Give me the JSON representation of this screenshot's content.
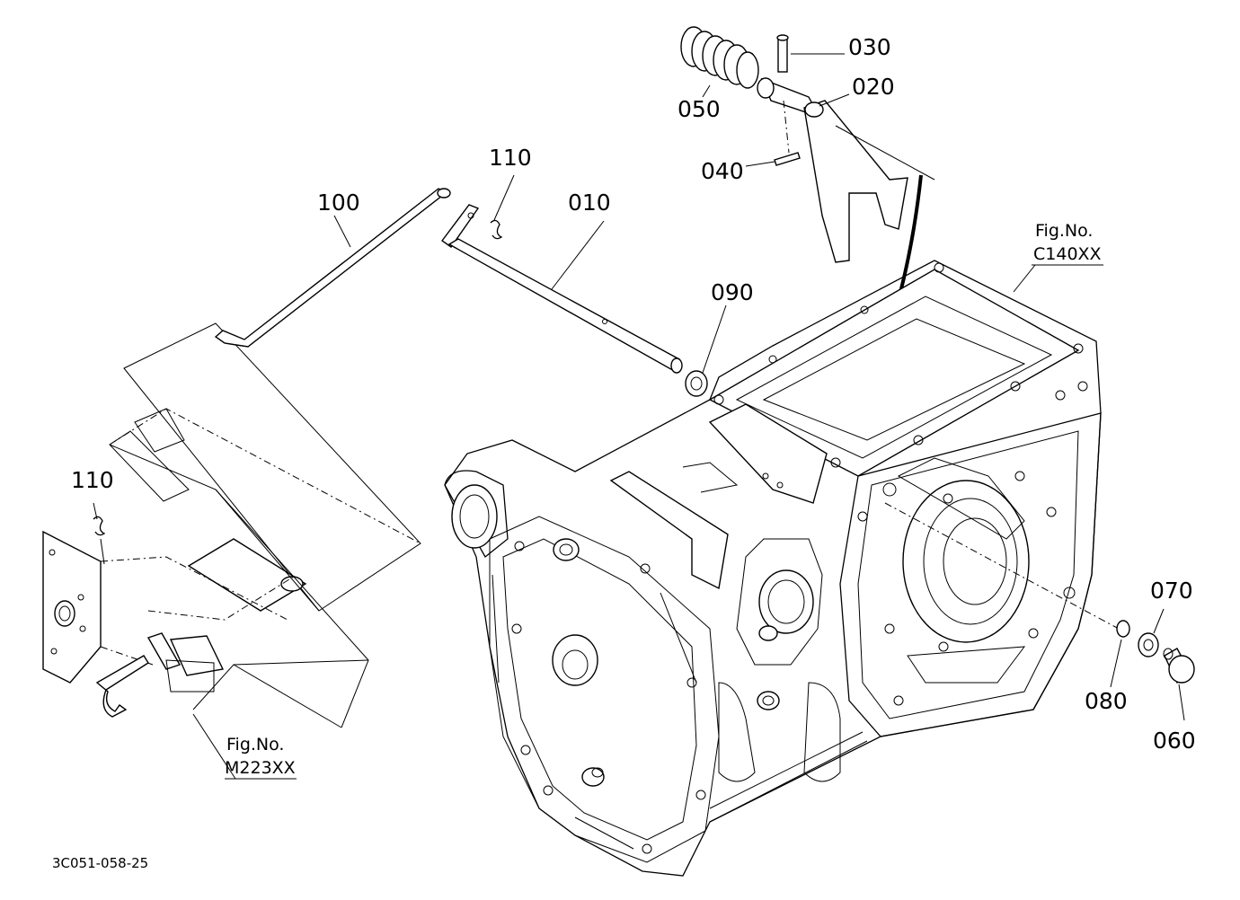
{
  "diagram_code": "3C051-058-25",
  "part_labels": {
    "p010": "010",
    "p020": "020",
    "p030": "030",
    "p040": "040",
    "p050": "050",
    "p060": "060",
    "p070": "070",
    "p080": "080",
    "p090": "090",
    "p100": "100",
    "p110a": "110",
    "p110b": "110"
  },
  "fig_refs": {
    "c140": {
      "title": "Fig.No.",
      "code": "C140XX"
    },
    "m223": {
      "title": "Fig.No.",
      "code": "M223XX"
    }
  }
}
